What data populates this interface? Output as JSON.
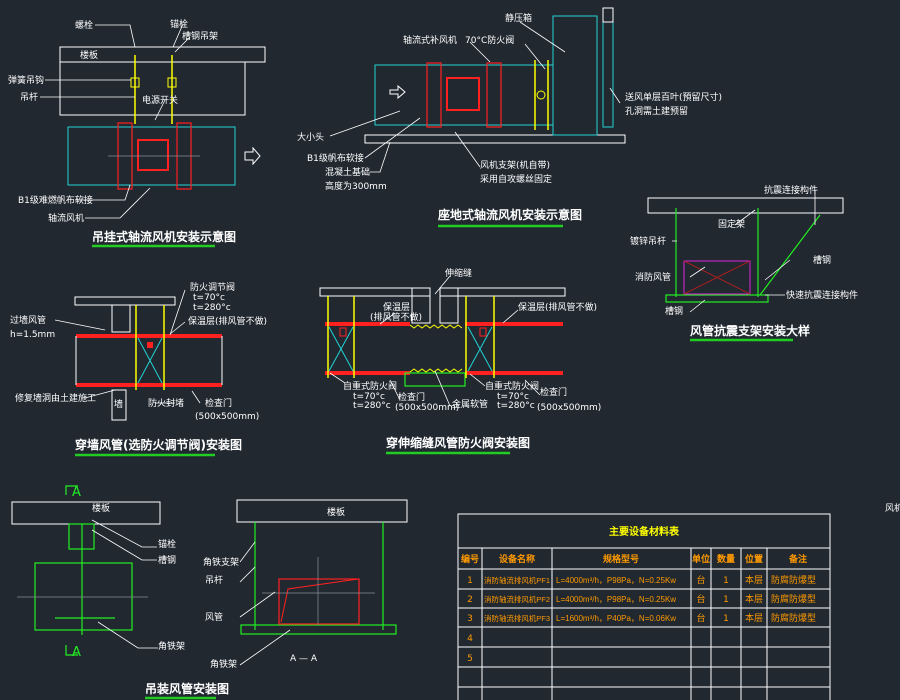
{
  "colors": {
    "background": "#212830",
    "duct": "#22d3d3",
    "flex_connector": "#ff2020",
    "hanger": "#ffff00",
    "support": "#22ee22",
    "table_text": "#ff9a00",
    "table_title": "#ffff00"
  },
  "edge_label": "风机",
  "drawing1": {
    "title": "吊挂式轴流风机安装示意图",
    "labels": {
      "bolt": "螺栓",
      "anchor": "锚栓",
      "channel_hanger": "槽钢吊架",
      "spring_hook": "弹簧吊钩",
      "rod": "吊杆",
      "power_switch": "电源开关",
      "canvas_joint": "B1级难燃帆布软接",
      "axial_fan": "轴流风机",
      "slab": "楼板"
    }
  },
  "drawing2": {
    "title": "座地式轴流风机安装示意图",
    "labels": {
      "fan": "轴流式补风机",
      "damper": "70°C防火阀",
      "plenum": "静压箱",
      "reducer": "大小头",
      "canvas_joint": "B1级帆布软接",
      "base1": "混凝土基础",
      "base2": "高度为300mm",
      "bracket1": "风机支架(机自带)",
      "bracket2": "采用自攻螺丝固定",
      "louver1": "送风单层百叶(預留尺寸)",
      "louver2": "孔洞需土建预留"
    }
  },
  "drawing3": {
    "title": "穿墙风管(选防火调节阀)安装图",
    "labels": {
      "wall_duct": "过墙风管",
      "thickness": "h=1.5mm",
      "fire_damper": "防火调节阀",
      "t70": "t=70°c",
      "t280": "t=280°c",
      "insulation": "保温层(排风管不做)",
      "repair": "修复墙洞由土建施工",
      "firestop": "防火封堵",
      "access_door": "检查门",
      "door_size": "(500x500mm)",
      "wall": "墙"
    }
  },
  "drawing4": {
    "title": "穿伸缩缝风管防火阀安装图",
    "labels": {
      "joint": "伸缩缝",
      "insulation_a": "保温层",
      "insulation_a2": "(排风管不做)",
      "insulation_b": "保温层(排风管不做)",
      "damper_l": "自重式防火阀",
      "t70_l": "t=70°c",
      "t280_l": "t=280°c",
      "door_l": "检查门",
      "door_size_l": "(500x500mm)",
      "hose": "金属软管",
      "damper_r": "自重式防火阀",
      "t70_r": "t=70°c",
      "t280_r": "t=280°c",
      "door_r": "检查门",
      "door_size_r": "(500x500mm)"
    }
  },
  "drawing5": {
    "title": "风管抗震支架安装大样",
    "labels": {
      "seismic_conn": "抗震连接构件",
      "fixed_frame": "固定架",
      "rod": "镀锌吊杆",
      "brace": "槽钢",
      "duct": "消防风管",
      "quick_conn": "快速抗震连接构件",
      "channel": "槽钢"
    }
  },
  "drawing6": {
    "title": "吊装风管安装图",
    "section_mark": "A",
    "section_title": "A — A",
    "labels": {
      "slab": "楼板",
      "anchor": "锚栓",
      "channel": "槽钢",
      "angle_frame": "角铁架",
      "slab2": "楼板",
      "angle_bracket": "角铁支架",
      "rod": "吊杆",
      "duct": "风管",
      "angle_frame2": "角铁架"
    }
  },
  "table": {
    "title": "主要设备材料表",
    "headers": [
      "编号",
      "设备名称",
      "规格型号",
      "单位",
      "数量",
      "位置",
      "备注"
    ],
    "rows": [
      [
        "1",
        "消防轴流排风机PF1",
        "L=4000m³/h，P98Pa，N=0.25Kw",
        "台",
        "1",
        "本层",
        "防腐防爆型"
      ],
      [
        "2",
        "消防轴流排风机PF2",
        "L=4000m³/h，P98Pa，N=0.25Kw",
        "台",
        "1",
        "本层",
        "防腐防爆型"
      ],
      [
        "3",
        "消防轴流排风机PF3",
        "L=1600m³/h，P40Pa，N=0.06Kw",
        "台",
        "1",
        "本层",
        "防腐防爆型"
      ],
      [
        "4",
        "",
        "",
        "",
        "",
        "",
        ""
      ],
      [
        "5",
        "",
        "",
        "",
        "",
        "",
        ""
      ]
    ]
  }
}
